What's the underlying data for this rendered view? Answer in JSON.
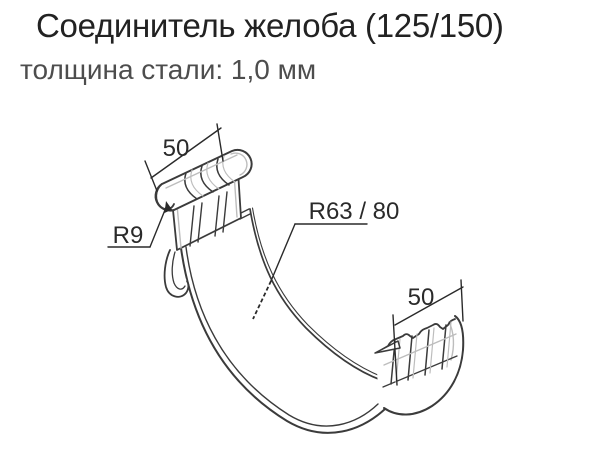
{
  "page": {
    "background_color": "#ffffff"
  },
  "header": {
    "title": "Соединитель желоба (125/150)",
    "subtitle": "толщина стали: 1,0 мм"
  },
  "colors": {
    "title": "#222222",
    "subtitle": "#4d4d4d",
    "drawing_line": "#3b3b3b",
    "drawing_light_line": "#bdbdbd",
    "dimension_text": "#2a2a2a",
    "background": "#ffffff"
  },
  "drawing": {
    "type": "technical-line-drawing",
    "subject": "gutter-connector",
    "dimensions": {
      "top_width": "50",
      "bottom_width": "50",
      "small_radius": "R9",
      "main_radius": "R63 / 80"
    }
  }
}
